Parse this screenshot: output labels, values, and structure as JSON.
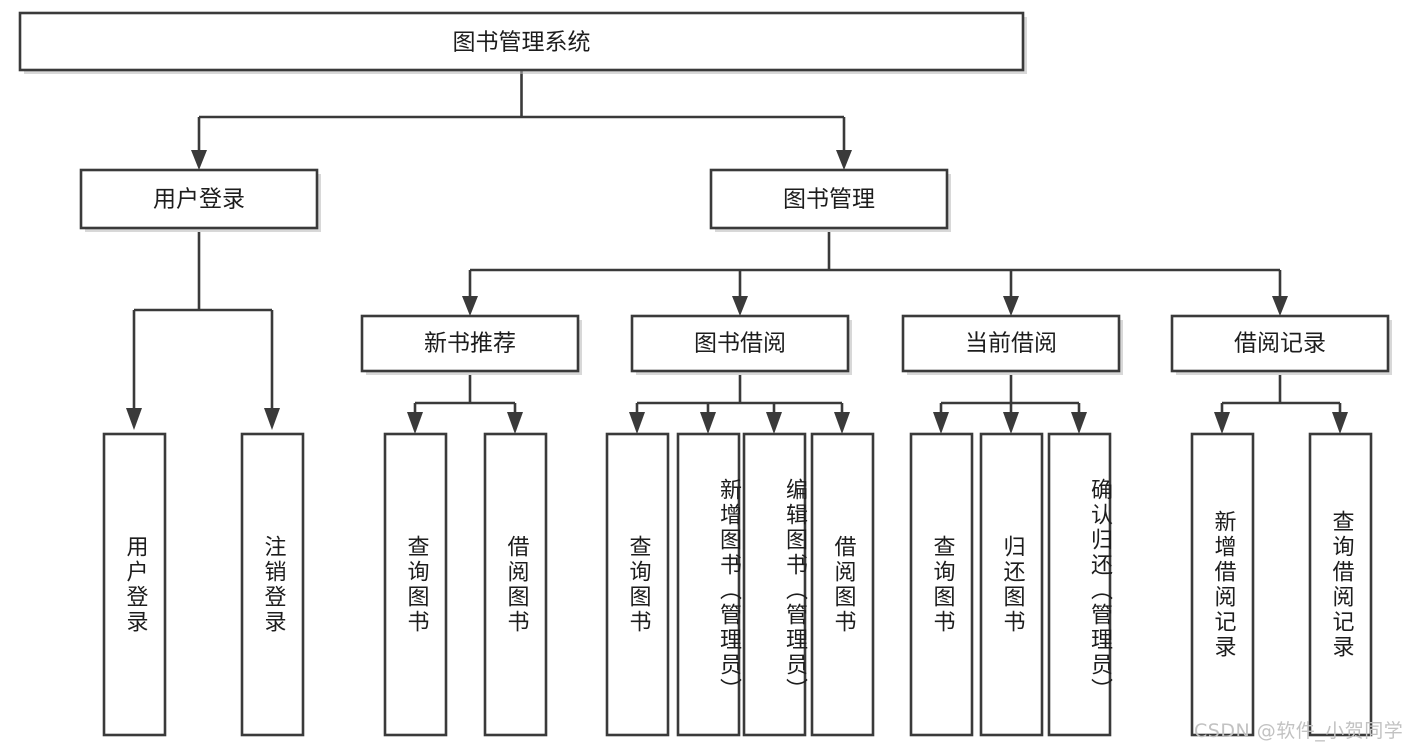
{
  "diagram": {
    "type": "tree",
    "title": "图书管理系统",
    "orientation": "top-down",
    "colors": {
      "box_stroke": "#3a3a3a",
      "box_fill": "#ffffff",
      "text": "#1d1d1d",
      "background": "#ffffff",
      "watermark": "#c2c2c2"
    },
    "root": {
      "label": "图书管理系统"
    },
    "level2": [
      {
        "label": "用户登录"
      },
      {
        "label": "图书管理"
      }
    ],
    "level3": [
      {
        "label": "新书推荐"
      },
      {
        "label": "图书借阅"
      },
      {
        "label": "当前借阅"
      },
      {
        "label": "借阅记录"
      }
    ],
    "leaves": {
      "user_login": [
        {
          "label": "用户登录"
        },
        {
          "label": "注销登录"
        }
      ],
      "new_book_recommend": [
        {
          "label": "查询图书"
        },
        {
          "label": "借阅图书"
        }
      ],
      "book_borrow": [
        {
          "label": "查询图书"
        },
        {
          "label": "新增图书（管理员）"
        },
        {
          "label": "编辑图书（管理员）"
        },
        {
          "label": "借阅图书"
        }
      ],
      "current_borrow": [
        {
          "label": "查询图书"
        },
        {
          "label": "归还图书"
        },
        {
          "label": "确认归还（管理员）"
        }
      ],
      "borrow_record": [
        {
          "label": "新增借阅记录"
        },
        {
          "label": "查询借阅记录"
        }
      ]
    }
  },
  "watermark": {
    "text": "CSDN @软件_小贺同学"
  }
}
